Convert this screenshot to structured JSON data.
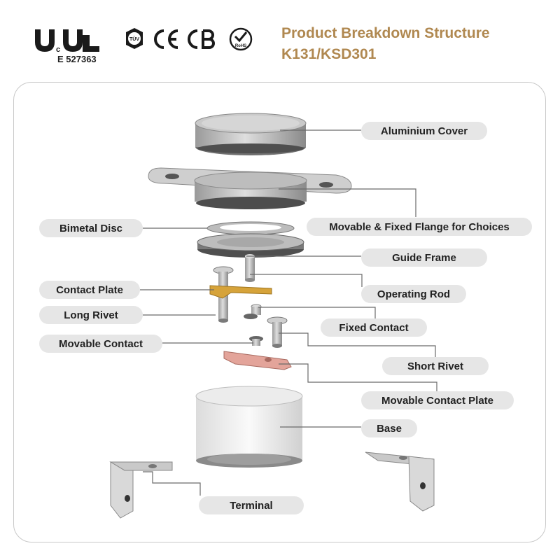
{
  "header": {
    "title_line1": "Product Breakdown Structure",
    "title_line2": "K131/KSD301",
    "ul_number": "E 527363",
    "certifications": [
      "cULus-icon",
      "tuv-icon",
      "ce-icon",
      "cb-icon",
      "rohs-icon"
    ],
    "title_color": "#b08850"
  },
  "labels": {
    "aluminium_cover": "Aluminium Cover",
    "flange": "Movable & Fixed Flange for Choices",
    "bimetal_disc": "Bimetal Disc",
    "guide_frame": "Guide Frame",
    "contact_plate": "Contact Plate",
    "operating_rod": "Operating Rod",
    "long_rivet": "Long Rivet",
    "fixed_contact": "Fixed Contact",
    "movable_contact": "Movable Contact",
    "short_rivet": "Short Rivet",
    "movable_contact_plate": "Movable Contact Plate",
    "base": "Base",
    "terminal": "Terminal"
  }
}
